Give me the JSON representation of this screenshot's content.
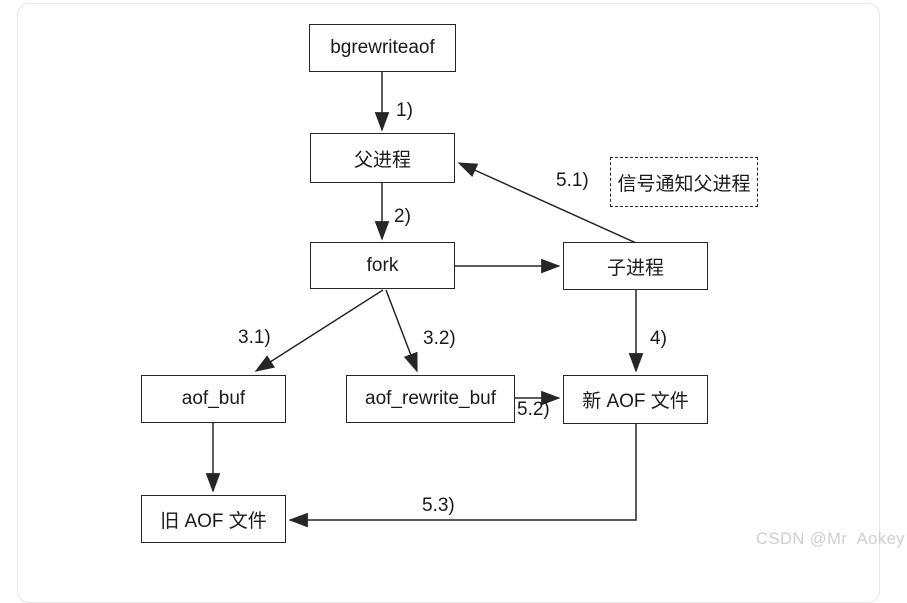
{
  "page": {
    "watermark": "CSDN @Mr  Aokey"
  },
  "diagram": {
    "title_hint": "Redis bgrewriteaof AOF rewrite flow",
    "nodes": {
      "bgrewriteaof": "bgrewriteaof",
      "parent_process": "父进程",
      "fork": "fork",
      "child_process": "子进程",
      "signal_note": "信号通知父进程",
      "aof_buf": "aof_buf",
      "aof_rewrite_buf": "aof_rewrite_buf",
      "new_aof_file": "新 AOF 文件",
      "old_aof_file": "旧 AOF 文件"
    },
    "steps": {
      "s1": "1)",
      "s2": "2)",
      "s3_1": "3.1)",
      "s3_2": "3.2)",
      "s4": "4)",
      "s5_1": "5.1)",
      "s5_2": "5.2)",
      "s5_3": "5.3)"
    },
    "edges": [
      {
        "from": "bgrewriteaof",
        "to": "parent_process",
        "label": "1)"
      },
      {
        "from": "parent_process",
        "to": "fork",
        "label": "2)"
      },
      {
        "from": "fork",
        "to": "child_process",
        "label": ""
      },
      {
        "from": "fork",
        "to": "aof_buf",
        "label": "3.1)"
      },
      {
        "from": "fork",
        "to": "aof_rewrite_buf",
        "label": "3.2)"
      },
      {
        "from": "child_process",
        "to": "new_aof_file",
        "label": "4)"
      },
      {
        "from": "child_process",
        "to": "parent_process",
        "label": "5.1)"
      },
      {
        "from": "aof_rewrite_buf",
        "to": "new_aof_file",
        "label": "5.2)"
      },
      {
        "from": "aof_buf",
        "to": "old_aof_file",
        "label": ""
      },
      {
        "from": "new_aof_file",
        "to": "old_aof_file",
        "label": "5.3)"
      }
    ],
    "colors": {
      "stroke": "#262626",
      "node_fill": "#ffffff",
      "node_text": "#1a1a1a",
      "card_border": "#e6e6e6",
      "watermark": "#cfcfcf"
    }
  }
}
